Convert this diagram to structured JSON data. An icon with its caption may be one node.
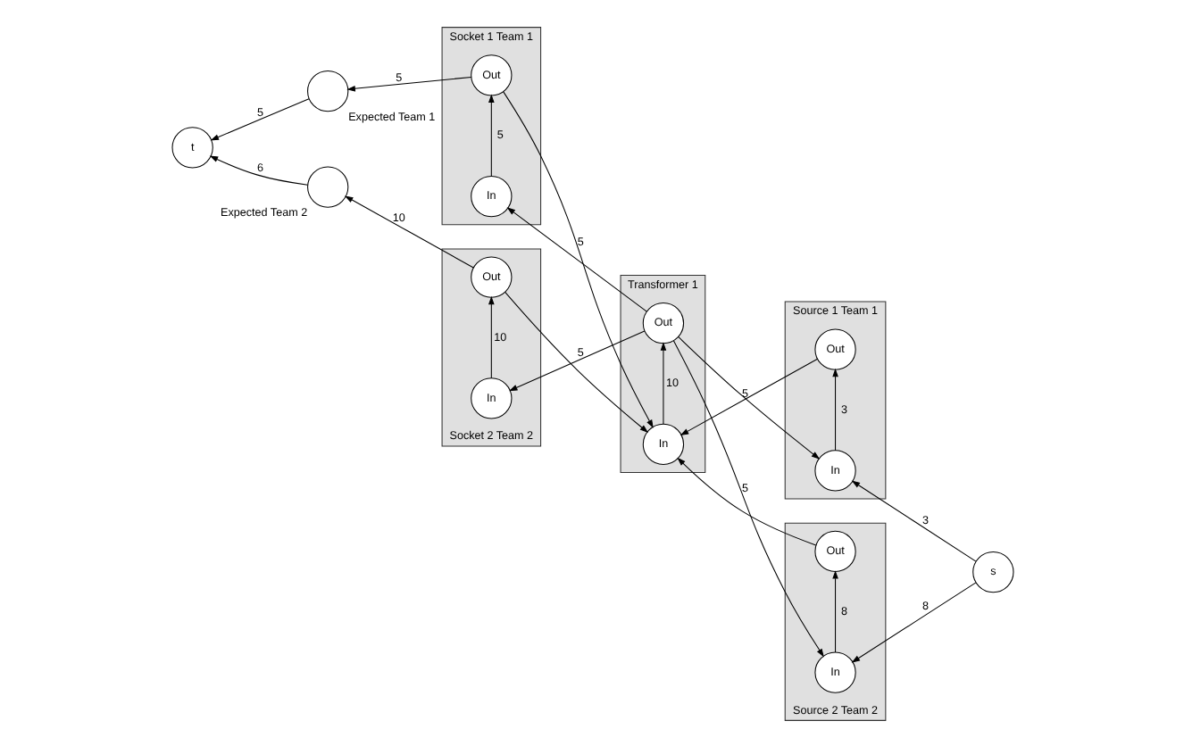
{
  "diagram": {
    "nodes": [
      {
        "text": [
          "Socket 1 Team 1"
        ]
      },
      {
        "text": [
          "In"
        ],
        "in": 0
      },
      {
        "text": [
          "Out"
        ],
        "in": 0
      },
      {
        "text": [
          "Source 1 Team 1"
        ]
      },
      {
        "text": [
          "In"
        ],
        "in": 3
      },
      {
        "text": [
          "Out"
        ],
        "in": 3
      },
      {
        "text": [
          "Transformer 1"
        ]
      },
      {
        "text": [
          "In"
        ],
        "in": 6
      },
      {
        "text": [
          "Out"
        ],
        "in": 6
      },
      {
        "text": [
          "Expected Team 1"
        ]
      },
      {
        "text": [
          "t"
        ]
      },
      {
        "text": [
          "s"
        ]
      },
      {
        "text": [
          "Expected Team 2"
        ]
      },
      {
        "text": [
          "Socket 2 Team 2"
        ]
      },
      {
        "text": [
          "In"
        ],
        "in": 13
      },
      {
        "text": [
          "Out"
        ],
        "in": 13
      },
      {
        "text": [
          "Source 2 Team 2"
        ]
      },
      {
        "text": [
          "In"
        ],
        "in": 16
      },
      {
        "text": [
          "Out"
        ],
        "in": 16
      }
    ],
    "edges": [
      {
        "from": 11,
        "to": 4,
        "arrow": "to",
        "label": "3"
      },
      {
        "from": 11,
        "to": 17,
        "arrow": "to",
        "label": "8"
      },
      {
        "from": 4,
        "to": 5,
        "arrow": "to",
        "label": "3"
      },
      {
        "from": 17,
        "to": 18,
        "arrow": "to",
        "label": "8"
      },
      {
        "from": 5,
        "to": 7,
        "arrow": "to",
        "label": "5"
      },
      {
        "from": 18,
        "to": 7,
        "arrow": "to"
      },
      {
        "from": 7,
        "to": 8,
        "arrow": "to",
        "label": "10"
      },
      {
        "from": 8,
        "to": 1,
        "arrow": "to"
      },
      {
        "from": 8,
        "to": 4,
        "arrow": "to"
      },
      {
        "from": 8,
        "to": 14,
        "arrow": "to",
        "label": "5"
      },
      {
        "from": 8,
        "to": 17,
        "arrow": "to",
        "label": "5"
      },
      {
        "from": 1,
        "to": 2,
        "arrow": "to",
        "label": "5"
      },
      {
        "from": 2,
        "to": 7,
        "arrow": "to",
        "label": "5"
      },
      {
        "from": 2,
        "to": 9,
        "arrow": "to",
        "label": "5"
      },
      {
        "from": 14,
        "to": 15,
        "arrow": "to",
        "label": "10"
      },
      {
        "from": 15,
        "to": 7,
        "arrow": "to"
      },
      {
        "from": 15,
        "to": 12,
        "arrow": "to",
        "label": "10"
      },
      {
        "from": 9,
        "to": 10,
        "arrow": "to",
        "label": "5"
      },
      {
        "from": 12,
        "to": 10,
        "arrow": "to",
        "label": "6"
      }
    ]
  }
}
